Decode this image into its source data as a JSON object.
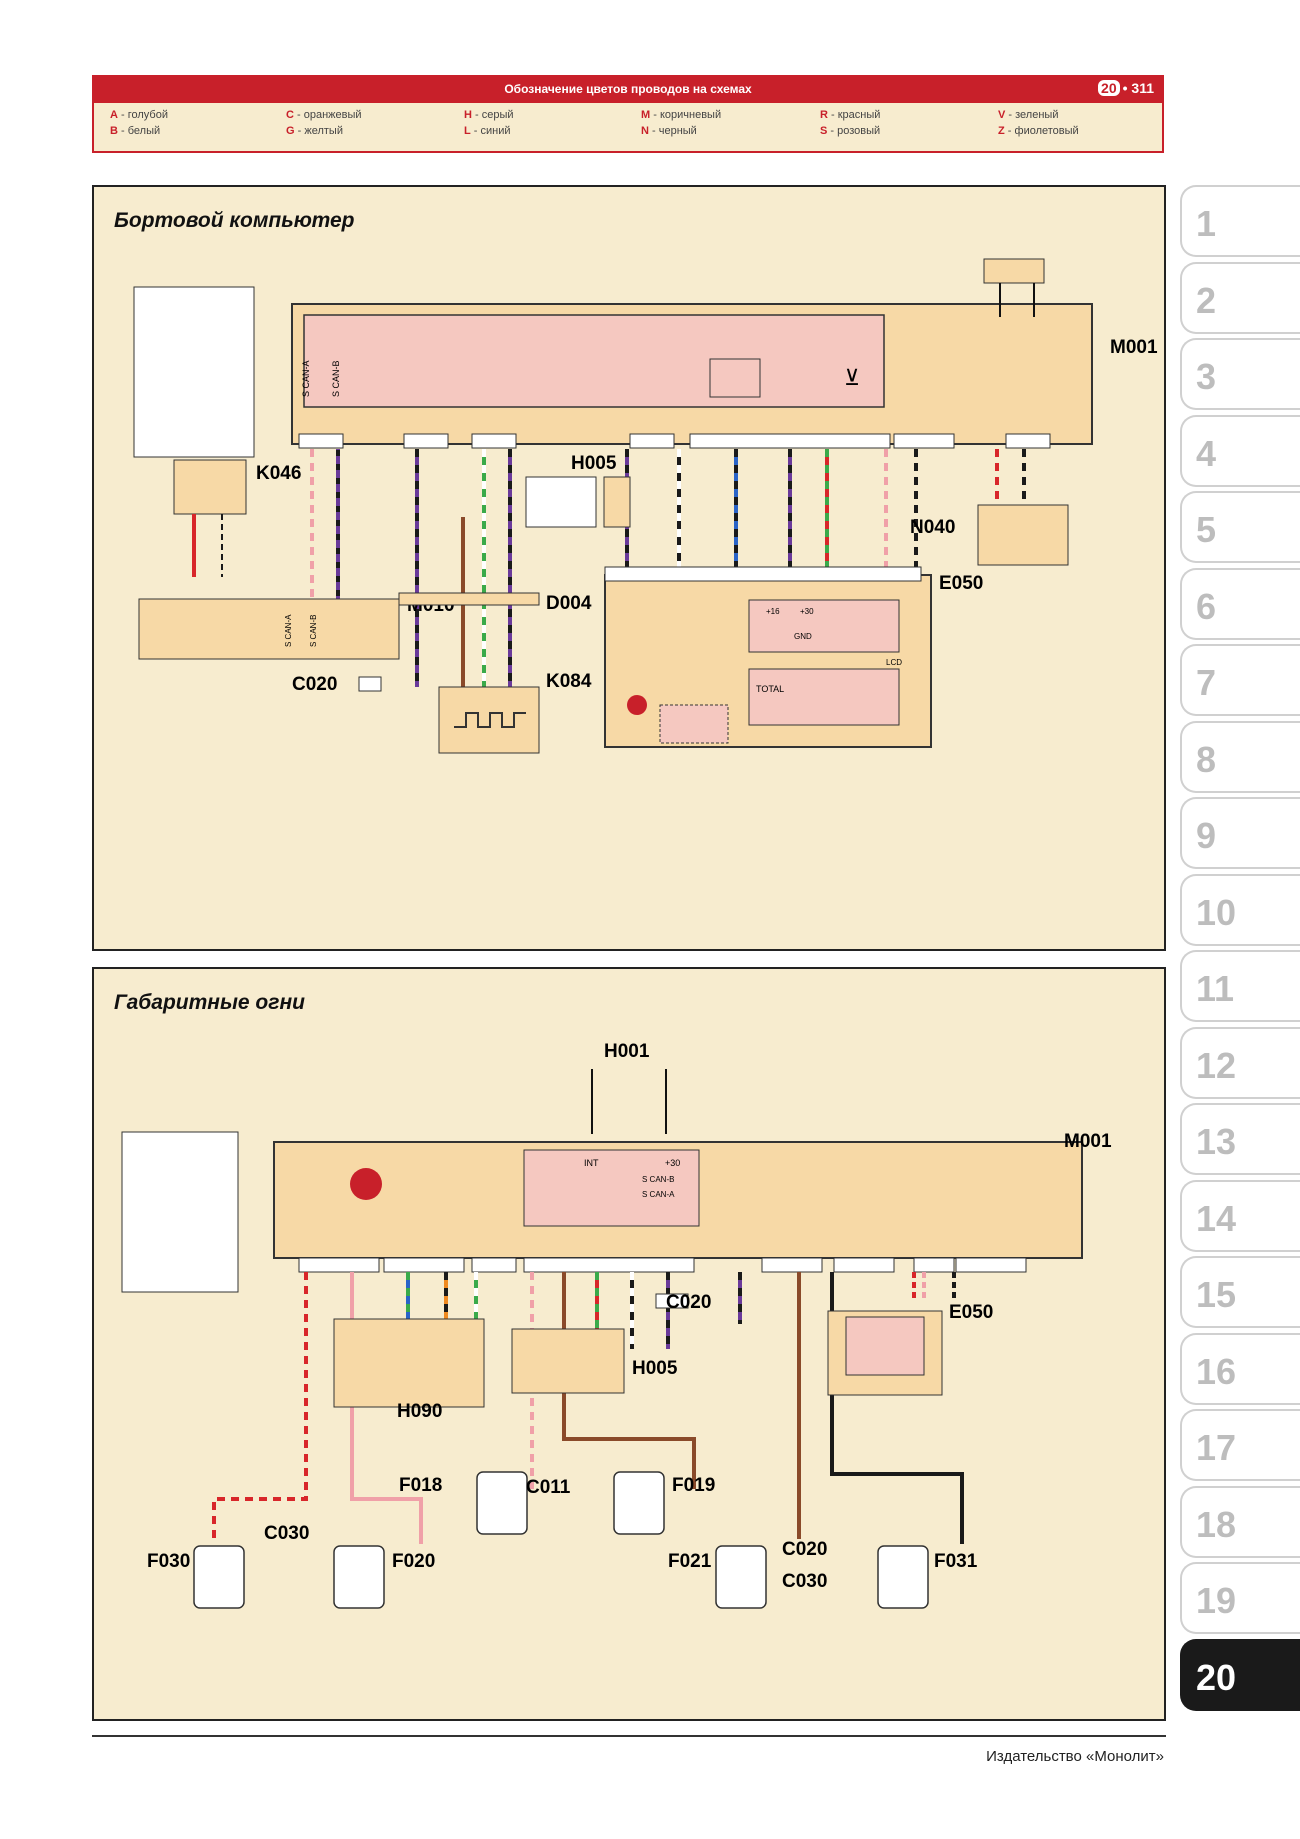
{
  "header": {
    "title": "Обозначение цветов проводов на схемах",
    "chapter_badge": "20",
    "page_number": "311",
    "colors": [
      {
        "code": "A",
        "name": "голубой"
      },
      {
        "code": "B",
        "name": "белый"
      },
      {
        "code": "C",
        "name": "оранжевый"
      },
      {
        "code": "G",
        "name": "желтый"
      },
      {
        "code": "H",
        "name": "серый"
      },
      {
        "code": "L",
        "name": "синий"
      },
      {
        "code": "M",
        "name": "коричневый"
      },
      {
        "code": "N",
        "name": "черный"
      },
      {
        "code": "R",
        "name": "красный"
      },
      {
        "code": "S",
        "name": "розовый"
      },
      {
        "code": "V",
        "name": "зеленый"
      },
      {
        "code": "Z",
        "name": "фиолетовый"
      }
    ]
  },
  "panel1": {
    "title": "Бортовой компьютер",
    "labels": {
      "m001": "M001",
      "k046": "K046",
      "h005": "H005",
      "n040": "N040",
      "e050": "E050",
      "m010": "M010",
      "d004": "D004",
      "c020": "C020",
      "k084": "K084",
      "total": "TOTAL",
      "lcd": "LCD",
      "p16": "+16",
      "p30": "+30",
      "gnd": "GND",
      "can_a": "S CAN-A",
      "can_b": "S CAN-B"
    }
  },
  "panel2": {
    "title": "Габаритные огни",
    "labels": {
      "m001": "M001",
      "h001": "H001",
      "e050": "E050",
      "h005": "H005",
      "h090": "H090",
      "c020": "C020",
      "f018": "F018",
      "c011": "C011",
      "f019": "F019",
      "f030": "F030",
      "c030": "C030",
      "f020": "F020",
      "f021": "F021",
      "c020b": "C020",
      "c030b": "C030",
      "f031": "F031",
      "int": "INT",
      "p30": "+30",
      "can_a": "S CAN-A",
      "can_b": "S CAN-B"
    }
  },
  "tabs": [
    "1",
    "2",
    "3",
    "4",
    "5",
    "6",
    "7",
    "8",
    "9",
    "10",
    "11",
    "12",
    "13",
    "14",
    "15",
    "16",
    "17",
    "18",
    "19",
    "20"
  ],
  "active_tab": "20",
  "footer": "Издательство «Монолит»",
  "wire_colors": {
    "red": "#d8262a",
    "pink": "#f0a0a8",
    "black": "#1a1a1a",
    "blue": "#2a64c8",
    "green": "#3aaa4a",
    "orange": "#f08a20",
    "brown": "#8a4a2a",
    "violet": "#6a3a9a",
    "grey": "#9a9a9a",
    "module_fill": "#f5c8c0",
    "frame_fill": "#f7eccf"
  }
}
